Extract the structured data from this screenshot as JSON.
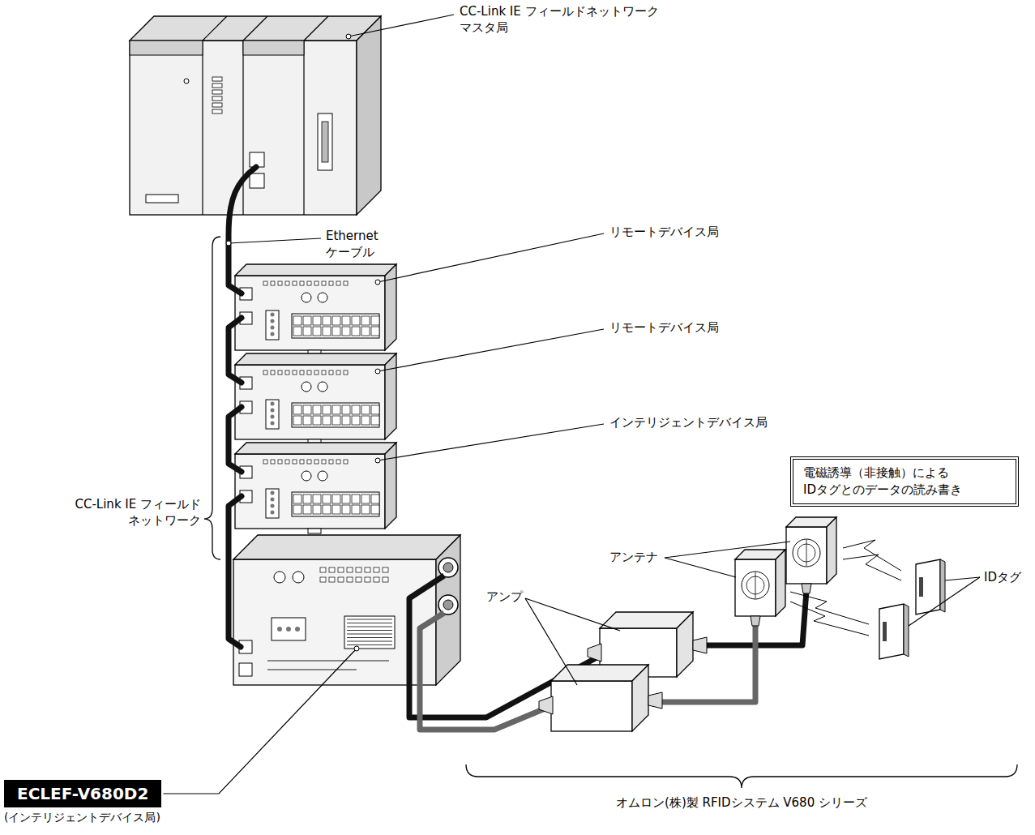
{
  "diagram": {
    "nodes": [
      {
        "text": [
          "電磁誘導（非接触）による IDタグとのデータの読み書き"
        ]
      },
      {
        "text": [
          "ECLEF-V680D2",
          "(インテリジェントデバイス局)"
        ]
      }
    ],
    "labels": [
      "CC-Link IE フィールドネットワーク マスタ局",
      "Ethernet ケーブル",
      "リモートデバイス局",
      "リモートデバイス局",
      "インテリジェントデバイス局",
      "CC-Link IE フィールド ネットワーク",
      "アンテナ",
      "IDタグ",
      "アンプ",
      "オムロン(株)製 RFIDシステム V680 シリーズ"
    ]
  }
}
